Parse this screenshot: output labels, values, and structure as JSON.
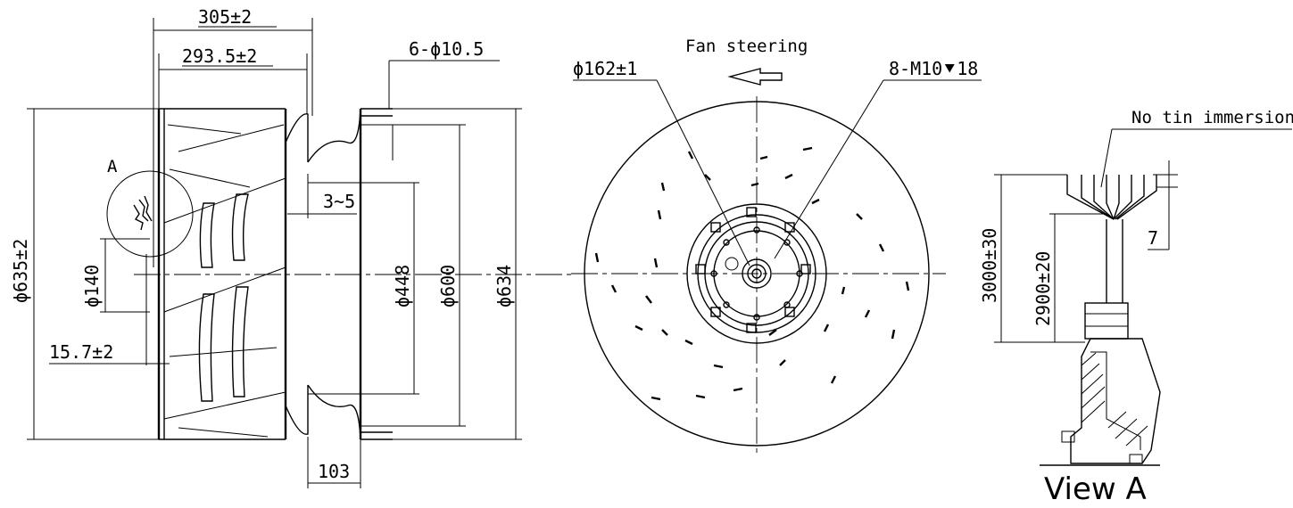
{
  "side_view": {
    "dim_overall_width": "305±2",
    "dim_wheel_width": "293.5±2",
    "dim_mount_holes": "6-ϕ10.5",
    "dim_outer_diameter": "ϕ635±2",
    "dim_hub_diameter": "ϕ140",
    "dim_hub_offset": "15.7±2",
    "dim_gap": "3~5",
    "dim_inlet_diameter": "ϕ448",
    "dim_flange_inner": "ϕ600",
    "dim_flange_outer": "ϕ634",
    "dim_inlet_depth": "103",
    "detail_marker": "A"
  },
  "front_view": {
    "rotation_label": "Fan steering",
    "dim_bolt_circle": "ϕ162±1",
    "dim_threaded_holes": "8-M10⯆18"
  },
  "detail_view": {
    "note": "No tin immersion",
    "dim_cable_length": "3000±30",
    "dim_lead_length": "2900±20",
    "dim_strip": "7",
    "title": "View A"
  }
}
